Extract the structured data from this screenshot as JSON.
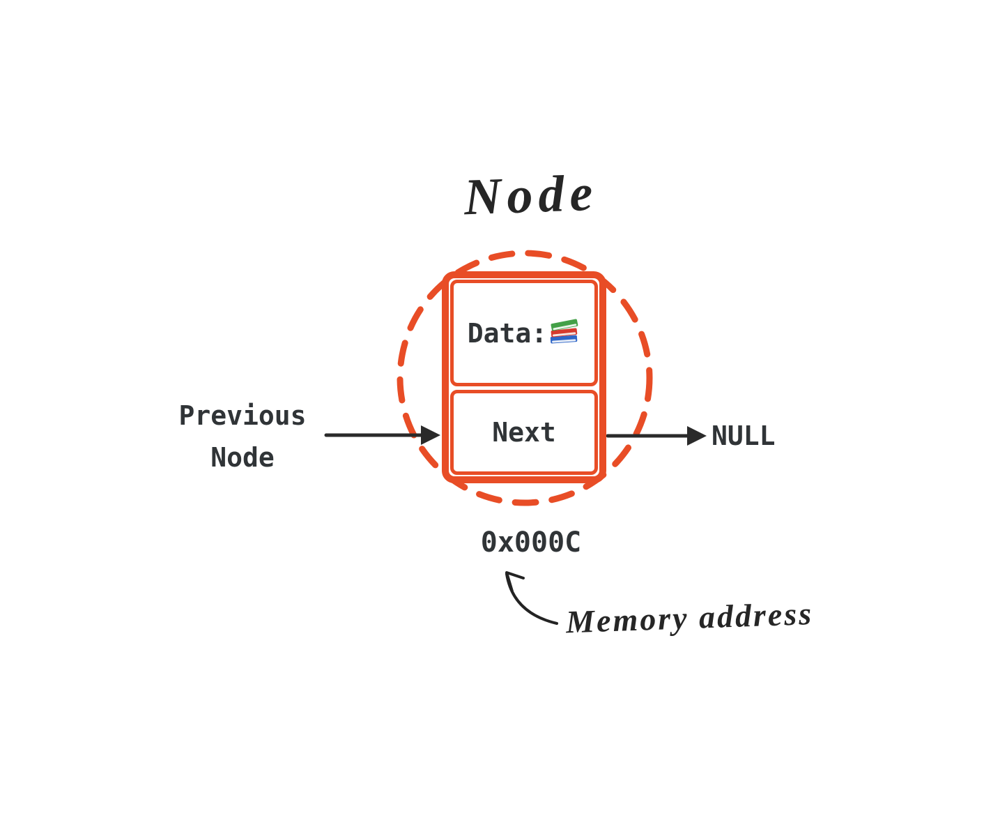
{
  "title": "Node",
  "node": {
    "data_label": "Data:",
    "data_icon": "books-emoji",
    "next_label": "Next",
    "memory_address": "0x000C"
  },
  "left": {
    "label": "Previous\nNode"
  },
  "right": {
    "label": "NULL"
  },
  "annotation": {
    "label": "Memory address"
  },
  "colors": {
    "accent_orange": "#E84D26",
    "ink": "#262626",
    "mono_text": "#303437",
    "background": "#FFFFFF",
    "book_green": "#43A047",
    "book_red": "#D63A2E",
    "book_blue": "#2F66C8"
  }
}
